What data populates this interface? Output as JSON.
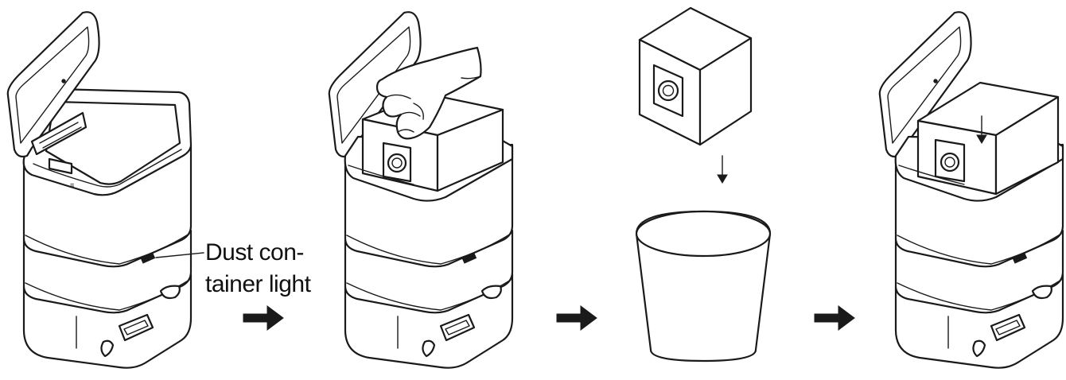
{
  "callout": {
    "label": "Dust con-\ntainer light"
  },
  "steps": [
    {
      "name": "open-lid"
    },
    {
      "name": "remove-dust-bag"
    },
    {
      "name": "dispose-dust-bag"
    },
    {
      "name": "insert-new-dust-bag"
    }
  ],
  "icons": {
    "step_arrow": "arrow-right-icon",
    "drop_arrow": "arrow-down-icon",
    "hand": "hand-icon",
    "trash_bin": "trash-bin-icon",
    "dust_bag": "dust-bag-icon"
  },
  "colors": {
    "line": "#1a1a1a",
    "background": "#ffffff"
  }
}
